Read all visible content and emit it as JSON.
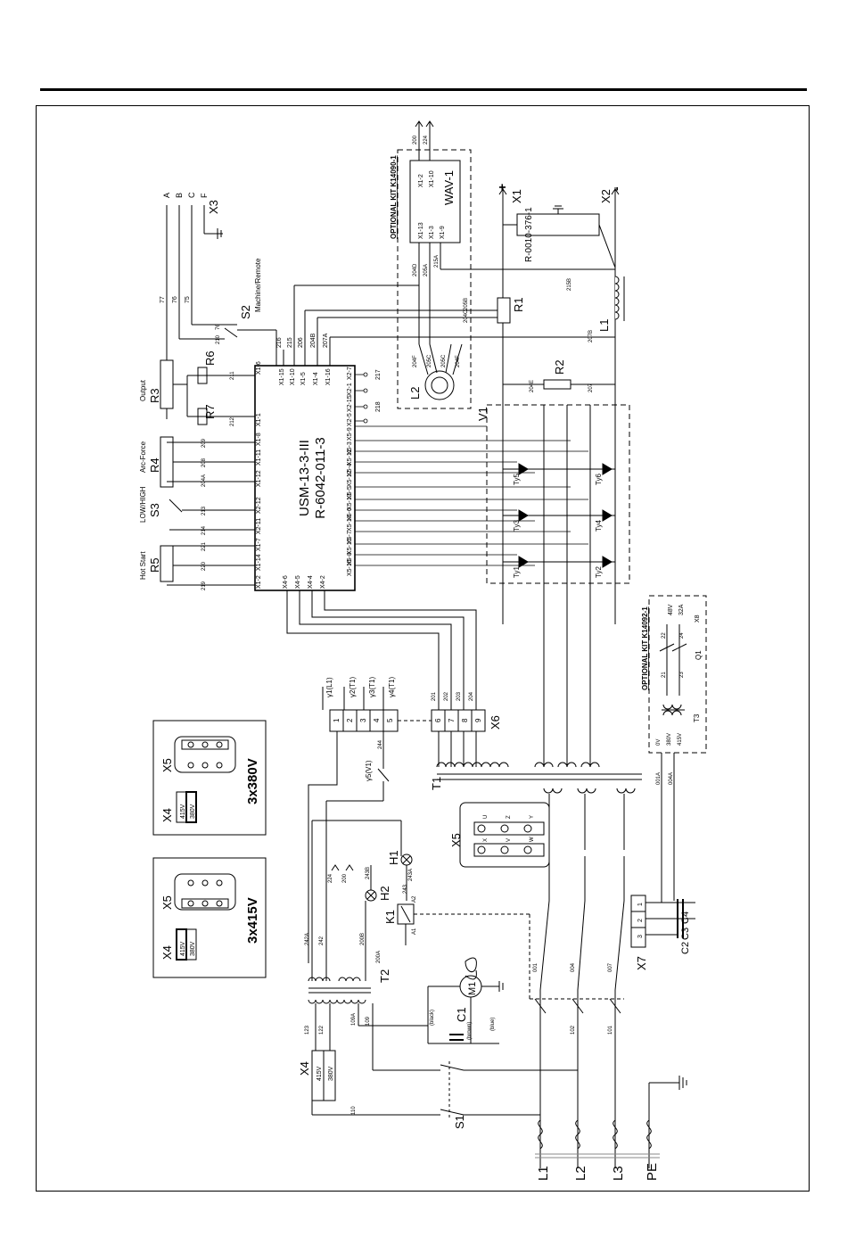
{
  "labels": {
    "opt_kit1": "OPTIONAL KIT K14090-1",
    "opt_kit2": "OPTIONAL KIT K14092-1",
    "wav": "WAV-1",
    "usm_line1": "USM-13-3-III",
    "usm_line2": "R-6042-011-3",
    "rcomp": "R-0010-376-1",
    "box380": "3x380V",
    "box415": "3x415V",
    "machine_remote": "Machine/Remote",
    "output": "Output",
    "arc_force": "Arc-Force",
    "low_high": "LOW/HIGH",
    "hot_start": "Hot Start"
  },
  "components": {
    "X1": "X1",
    "X2": "X2",
    "X3": "X3",
    "X4": "X4",
    "X5": "X5",
    "X6": "X6",
    "X7": "X7",
    "X8": "X8",
    "R1": "R1",
    "R2": "R2",
    "R3": "R3",
    "R4": "R4",
    "R5": "R5",
    "R6": "R6",
    "R7": "R7",
    "S1": "S1",
    "S2": "S2",
    "S3": "S3",
    "L1": "L1",
    "L2": "L2",
    "T1": "T1",
    "T2": "T2",
    "T3": "T3",
    "V1": "V1",
    "H1": "H1",
    "H2": "H2",
    "K1": "K1",
    "M1": "M1",
    "C1": "C1",
    "C2": "C2",
    "C3": "C3",
    "C4": "C4",
    "Q1": "Q1",
    "Ty1": "Ty1",
    "Ty2": "Ty2",
    "Ty3": "Ty3",
    "Ty4": "Ty4",
    "Ty5": "Ty5",
    "Ty6": "Ty6"
  },
  "terminals": {
    "plus": "+",
    "minus": "-",
    "a": "A",
    "b": "B",
    "c": "C",
    "f": "F",
    "v415": "415V",
    "v380": "380V",
    "x1_6": "X1-6",
    "x1_15": "X1-15",
    "x1_10": "X1-10",
    "x1_5": "X1-5",
    "x1_4": "X1-4",
    "x1_16": "X1-16",
    "x1_1": "X1-1",
    "x1_8": "X1-8",
    "x1_11": "X1-11",
    "x1_12": "X1-12",
    "x2_12": "X2-12",
    "x2_11": "X2-11",
    "x1_7": "X1-7",
    "x1_14": "X1-14",
    "x1_2": "X1-2",
    "x2_7": "X2-7",
    "x2_1": "X2-1",
    "x2_15": "X2-15",
    "x2_5": "X2-5",
    "x5_9": "X5-9",
    "x5_3": "X5-3",
    "x5_11": "X5-11",
    "x5_4": "X5-4",
    "x5_12": "X5-12",
    "x5_5": "X5-5",
    "x5_13": "X5-13",
    "x5_6": "X5-6",
    "x5_14": "X5-14",
    "x5_7": "X5-7",
    "x5_15": "X5-15",
    "x5_8": "X5-8",
    "x5_16": "X5-16",
    "x4_6": "X4-6",
    "x4_5": "X4-5",
    "x4_4": "X4-4",
    "x4_2": "X4-2",
    "w_x12": "X1-2",
    "w_x110": "X1-10",
    "w_x113": "X1-13",
    "w_x13": "X1-3",
    "w_x19": "X1-9",
    "q48": "48V",
    "q32": "32A",
    "g1": "γ1(L1)",
    "g2": "γ2(T1)",
    "g3": "γ3(T1)",
    "g4": "γ4(T1)",
    "g5": "γ5(V1)"
  },
  "mains": {
    "L1": "L1",
    "L2": "L2",
    "L3": "L3",
    "PE": "PE"
  },
  "wires": {
    "w77": "77",
    "w76": "76",
    "w75": "75",
    "w216": "216",
    "w215": "215",
    "w206": "206",
    "w204b": "204B",
    "w207a": "207A",
    "w217": "217",
    "w218": "218",
    "w211": "211",
    "w212": "212",
    "w210": "210",
    "w76b": "76",
    "w209": "209",
    "w208": "208",
    "w204a": "204A",
    "w213": "213",
    "w214": "214",
    "w221": "221",
    "w220": "220",
    "w219": "219",
    "w204d": "204D",
    "w205a": "205A",
    "w215a": "215A",
    "w215b": "215B",
    "w205b": "205B",
    "w204c": "204C",
    "w204f": "204F",
    "w205c": "205C",
    "w205c2": "205C",
    "w204f2": "204F",
    "w207b": "207B",
    "w204e": "204E",
    "w207": "207",
    "w200": "200",
    "w224": "224",
    "w201": "201",
    "w202": "202",
    "w203": "203",
    "w204": "204",
    "w244": "244",
    "w242a": "242A",
    "w242": "242",
    "w243b": "243B",
    "w243": "243",
    "w243a": "243A",
    "w200b": "200B",
    "w200a": "200A",
    "w123": "123",
    "w122": "122",
    "w109a": "109A",
    "w109": "109",
    "w110": "110",
    "w001": "001",
    "w004": "004",
    "w007": "007",
    "w102": "102",
    "w101": "101",
    "w001a": "001A",
    "w004a": "004A",
    "black": "(black)",
    "brown": "(brown)",
    "blue": "(blue)",
    "a1": "A1",
    "a2": "A2",
    "n1": "1",
    "n2": "2",
    "n3": "3",
    "n4": "4",
    "n5": "5",
    "n6": "6",
    "n7": "7",
    "n8": "8",
    "n9": "9",
    "u": "U",
    "v": "V",
    "w": "W",
    "x": "X",
    "y": "Y",
    "z": "Z",
    "q21": "21",
    "q22": "22",
    "q23": "23",
    "q24": "24",
    "t0v": "0V",
    "t380": "380V",
    "t415": "415V"
  }
}
